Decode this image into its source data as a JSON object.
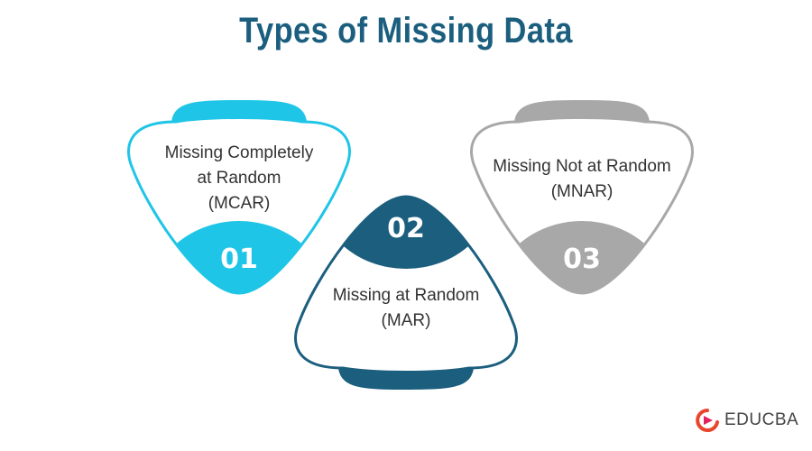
{
  "title": "Types of Missing Data",
  "items": [
    {
      "number": "01",
      "lines": [
        "Missing Completely",
        "at Random",
        "(MCAR)"
      ],
      "color": "#1fc5e6"
    },
    {
      "number": "02",
      "lines": [
        "Missing at Random",
        "(MAR)"
      ],
      "color": "#1b5e7e"
    },
    {
      "number": "03",
      "lines": [
        "Missing Not at Random",
        "(MNAR)"
      ],
      "color": "#a8a8a8"
    }
  ],
  "logo": {
    "text": "EDUCBA",
    "color": "#e8452c"
  }
}
